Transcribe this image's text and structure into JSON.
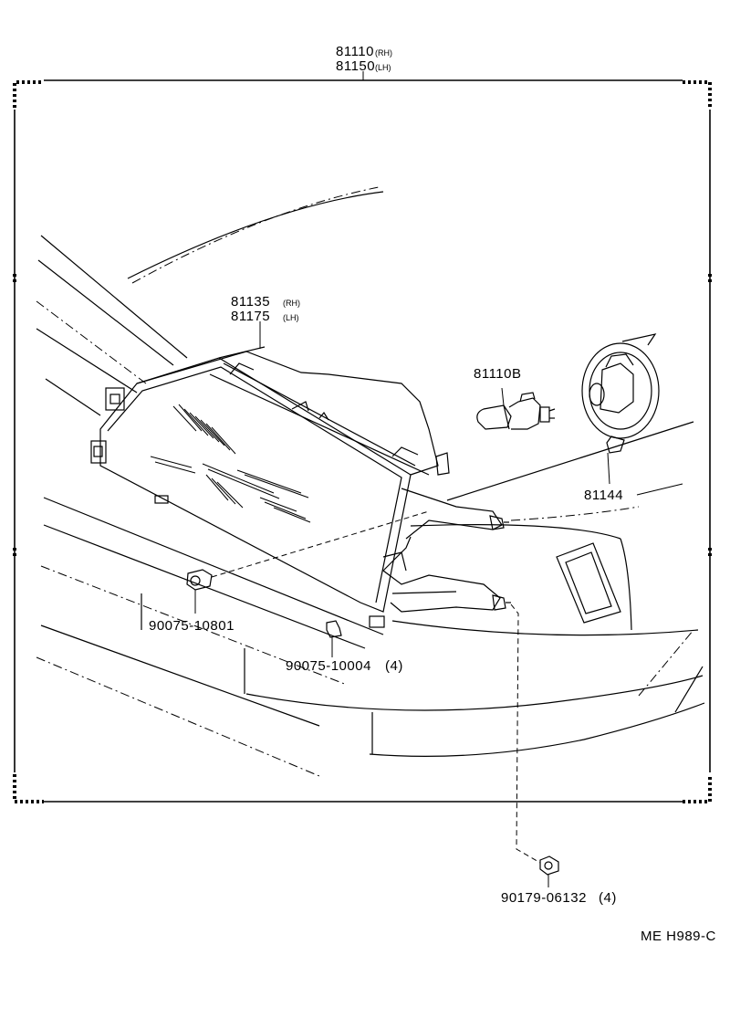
{
  "assembly": {
    "part_rh": "81110",
    "suffix_rh": "(RH)",
    "part_lh": "81150",
    "suffix_lh": "(LH)"
  },
  "lens": {
    "part_rh": "81135",
    "suffix_rh": "(RH)",
    "part_lh": "81175",
    "suffix_lh": "(LH)"
  },
  "bulb": {
    "part": "81110B"
  },
  "socket_cover": {
    "part": "81144"
  },
  "fastener_a": {
    "part": "90075-10801"
  },
  "fastener_b": {
    "part": "90075-10004",
    "qty": "(4)"
  },
  "nut": {
    "part": "90179-06132",
    "qty": "(4)"
  },
  "diagram_code": "ME H989-C"
}
